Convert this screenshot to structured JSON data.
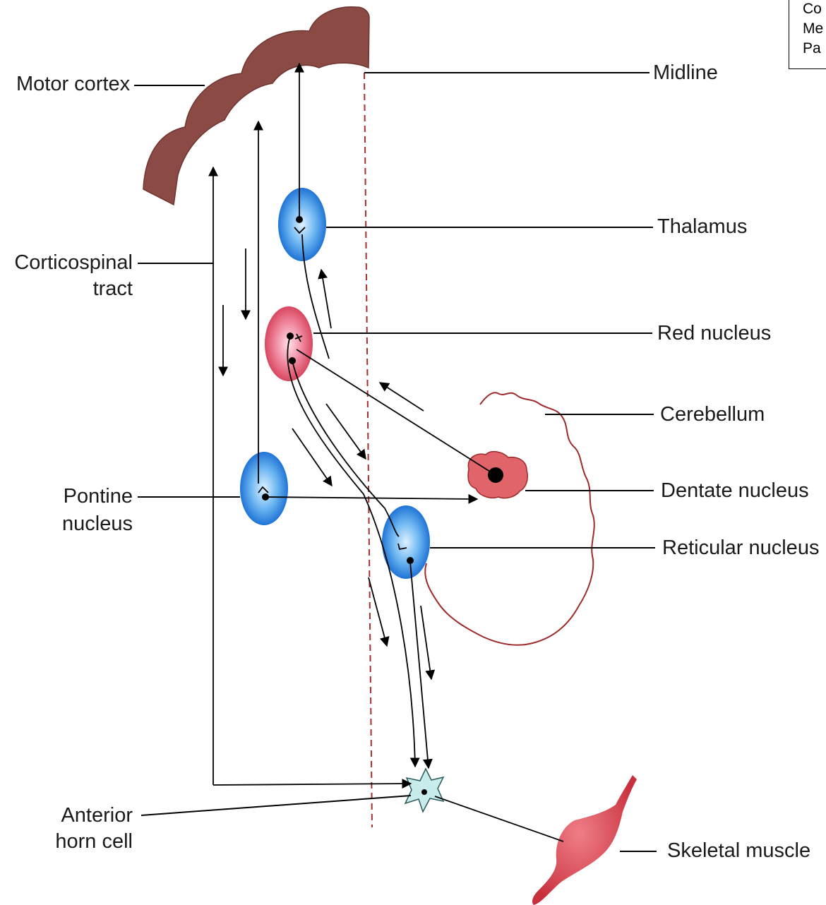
{
  "labels": {
    "motor_cortex": "Motor cortex",
    "midline": "Midline",
    "thalamus": "Thalamus",
    "corticospinal_line1": "Corticospinal",
    "corticospinal_line2": "tract",
    "red_nucleus": "Red nucleus",
    "cerebellum": "Cerebellum",
    "dentate_nucleus": "Dentate nucleus",
    "pontine_line1": "Pontine",
    "pontine_line2": "nucleus",
    "reticular_nucleus": "Reticular nucleus",
    "anterior_line1": "Anterior",
    "anterior_line2": "horn cell",
    "skeletal_muscle": "Skeletal muscle"
  },
  "corner_note": {
    "line1": "Co",
    "line2": "Me",
    "line3": "Pa"
  },
  "colors": {
    "cortex": "#8b4a44",
    "blue_nucleus": "#3a8ee0",
    "red_nucleus": "#e0576f",
    "dentate": "#e0646a",
    "muscle": "#d9434f",
    "cerebellum_outline": "#9c2b2b",
    "midline": "#a33030",
    "anterior_horn_cell": "#c8ecec"
  }
}
